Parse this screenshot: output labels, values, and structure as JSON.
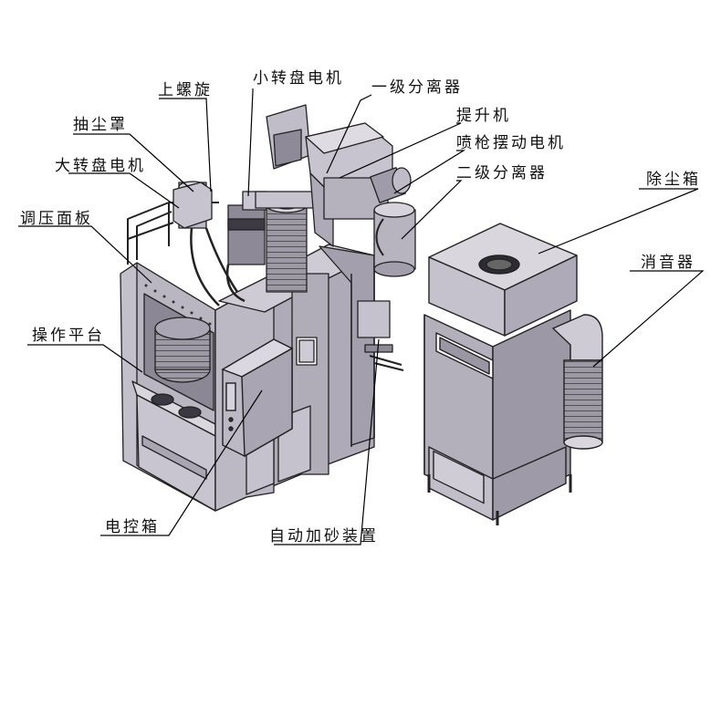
{
  "diagram": {
    "labels": {
      "upper_screw": "上螺旋",
      "small_turntable_motor": "小转盘电机",
      "primary_separator": "一级分离器",
      "dust_hood": "抽尘罩",
      "elevator": "提升机",
      "gun_swing_motor": "喷枪摆动电机",
      "large_turntable_motor": "大转盘电机",
      "secondary_separator": "二级分离器",
      "dust_box": "除尘箱",
      "pressure_panel": "调压面板",
      "silencer": "消音器",
      "operating_platform": "操作平台",
      "auto_sand_feeder": "自动加砂装置",
      "electric_control_box": "电控箱"
    },
    "colors": {
      "machine_fill": "#b7b3bf",
      "machine_dark": "#8f8a98",
      "line": "#222222",
      "leader": "#000000"
    }
  }
}
